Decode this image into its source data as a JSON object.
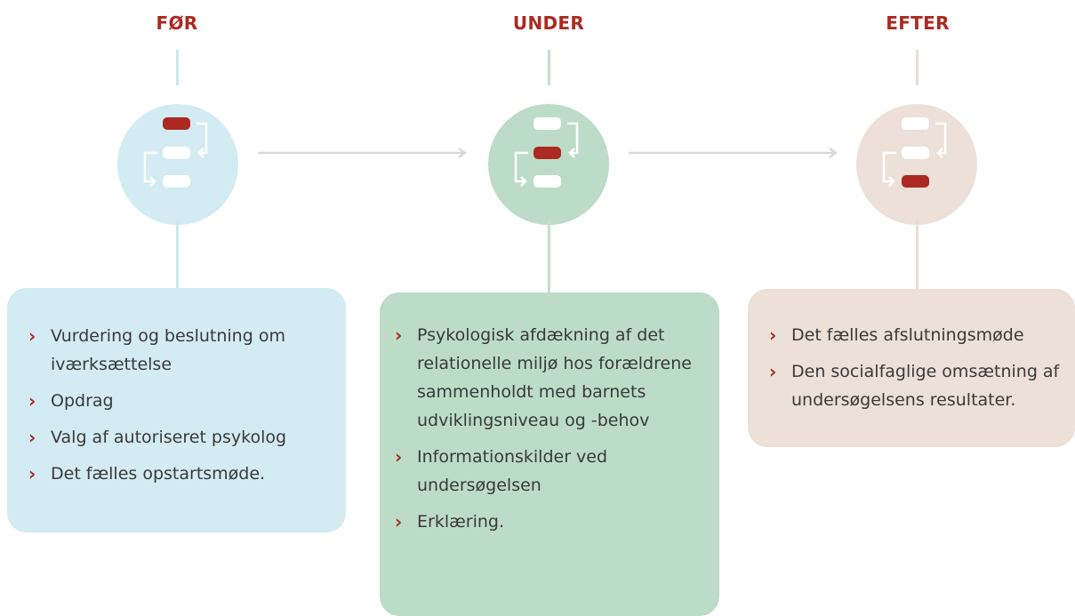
{
  "colors": {
    "accent": "#ac2a22",
    "line": "#d9d9d9",
    "stage1_bg": "#d3ebf3",
    "stage1_line": "#cde6ef",
    "stage2_bg": "#bcdcc7",
    "stage2_line": "#c3dfcb",
    "stage3_bg": "#ece0d8",
    "stage3_line": "#e8ddd6",
    "text": "#3a3a3a"
  },
  "stages": [
    {
      "title": "FØR",
      "icon": "workflow-step-1-icon",
      "items": [
        "Vurdering og beslutning om iværksættelse",
        "Opdrag",
        "Valg af autoriseret psykolog",
        "Det fælles opstartsmøde."
      ]
    },
    {
      "title": "UNDER",
      "icon": "workflow-step-2-icon",
      "items": [
        "Psykologisk afdækning af det relationelle miljø hos forældrene sammenholdt med barnets udviklingsniveau og -behov",
        "Informationskilder ved undersøgelsen",
        "Erklæring."
      ]
    },
    {
      "title": "EFTER",
      "icon": "workflow-step-3-icon",
      "items": [
        "Det fælles afslutningsmøde",
        "Den socialfaglige omsætning af undersøgelsens resultater."
      ]
    }
  ]
}
